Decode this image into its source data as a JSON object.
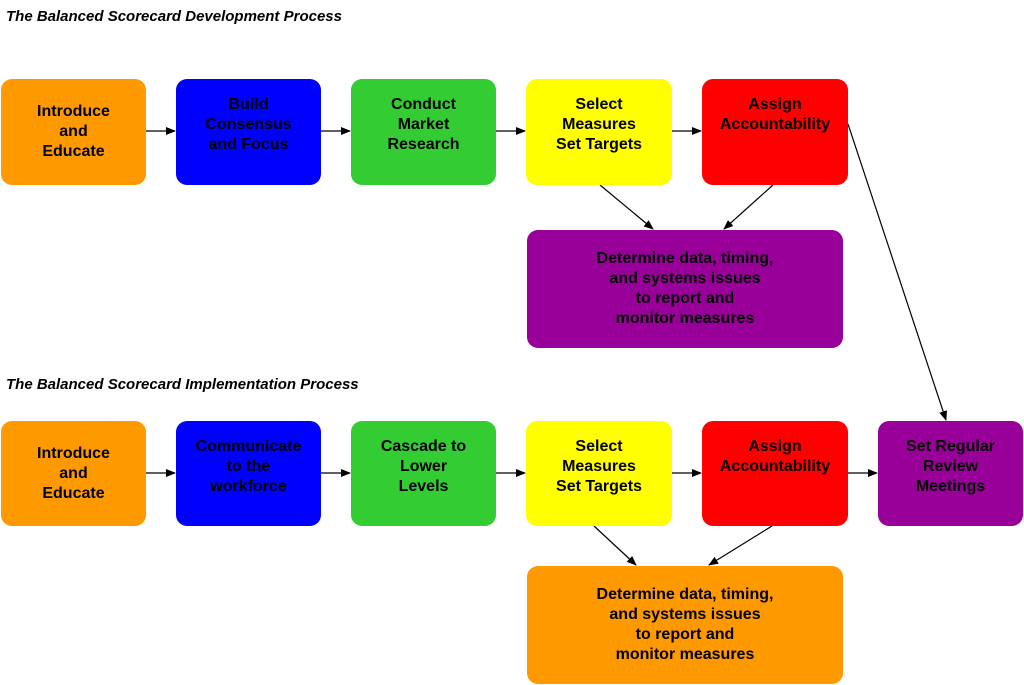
{
  "titles": {
    "development": "The Balanced Scorecard Development Process",
    "implementation": "The Balanced Scorecard Implementation Process"
  },
  "development": {
    "introduce": "Introduce\nand\nEducate",
    "consensus": "Build\nConsensus\nand Focus",
    "research": "Conduct\nMarket\nResearch",
    "select": "Select\nMeasures\nSet Targets",
    "assign": "Assign\nAccountability",
    "determine": "Determine data, timing,\nand systems issues\nto report and\nmonitor measures"
  },
  "implementation": {
    "introduce": "Introduce\nand\nEducate",
    "communicate": "Communicate\nto the\nworkforce",
    "cascade": "Cascade to\nLower\nLevels",
    "select": "Select\nMeasures\nSet Targets",
    "assign": "Assign\nAccountability",
    "review": "Set Regular\nReview\nMeetings",
    "determine": "Determine data, timing,\nand systems issues\nto report and\nmonitor measures"
  },
  "colors": {
    "orange": "#FF9900",
    "blue": "#0000FF",
    "green": "#33CC33",
    "yellow": "#FFFF00",
    "red": "#FF0000",
    "purple": "#990099",
    "arrow": "#000000"
  }
}
